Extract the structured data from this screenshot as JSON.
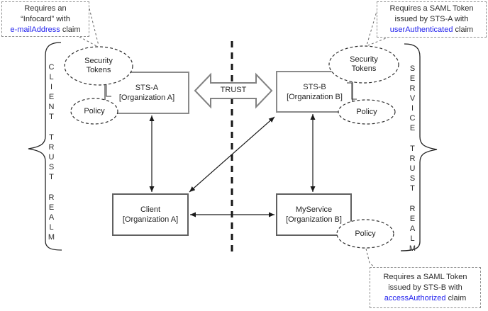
{
  "callouts": {
    "infocard": {
      "line1": "Requires an",
      "line2": "“Infocard” with",
      "claim_word": "e-mailAddress",
      "claim_suffix": " claim"
    },
    "sts_a_token": {
      "line1": "Requires a SAML Token",
      "line2": "issued by STS-A with",
      "claim_word": "userAuthenticated",
      "claim_suffix": " claim"
    },
    "sts_b_token": {
      "line1": "Requires a SAML Token",
      "line2": "issued by STS-B with",
      "claim_word": "accessAuthorized",
      "claim_suffix": " claim"
    }
  },
  "realm_labels": {
    "client": [
      "CLIENT",
      "TRUST",
      "REALM"
    ],
    "service": [
      "SERVICE",
      "TRUST",
      "REALM"
    ]
  },
  "nodes": {
    "sts_a": {
      "title": "STS-A",
      "subtitle": "[Organization A]"
    },
    "sts_b": {
      "title": "STS-B",
      "subtitle": "[Organization B]"
    },
    "client": {
      "title": "Client",
      "subtitle": "[Organization A]"
    },
    "myservice": {
      "title": "MyService",
      "subtitle": "[Organization B]"
    }
  },
  "ellipses": {
    "security_tokens_left": {
      "label": "Security Tokens"
    },
    "policy_left": {
      "label": "Policy"
    },
    "security_tokens_right": {
      "label": "Security Tokens"
    },
    "policy_right": {
      "label": "Policy"
    },
    "policy_bottom": {
      "label": "Policy"
    }
  },
  "trust_arrow": {
    "label": "TRUST"
  },
  "colors": {
    "claim_text_blue": "#2222ee",
    "sts_box_border": "#8a8a8a",
    "app_box_border": "#606060",
    "ellipse_stroke": "#2e2e2e",
    "divider_black": "#151515"
  }
}
